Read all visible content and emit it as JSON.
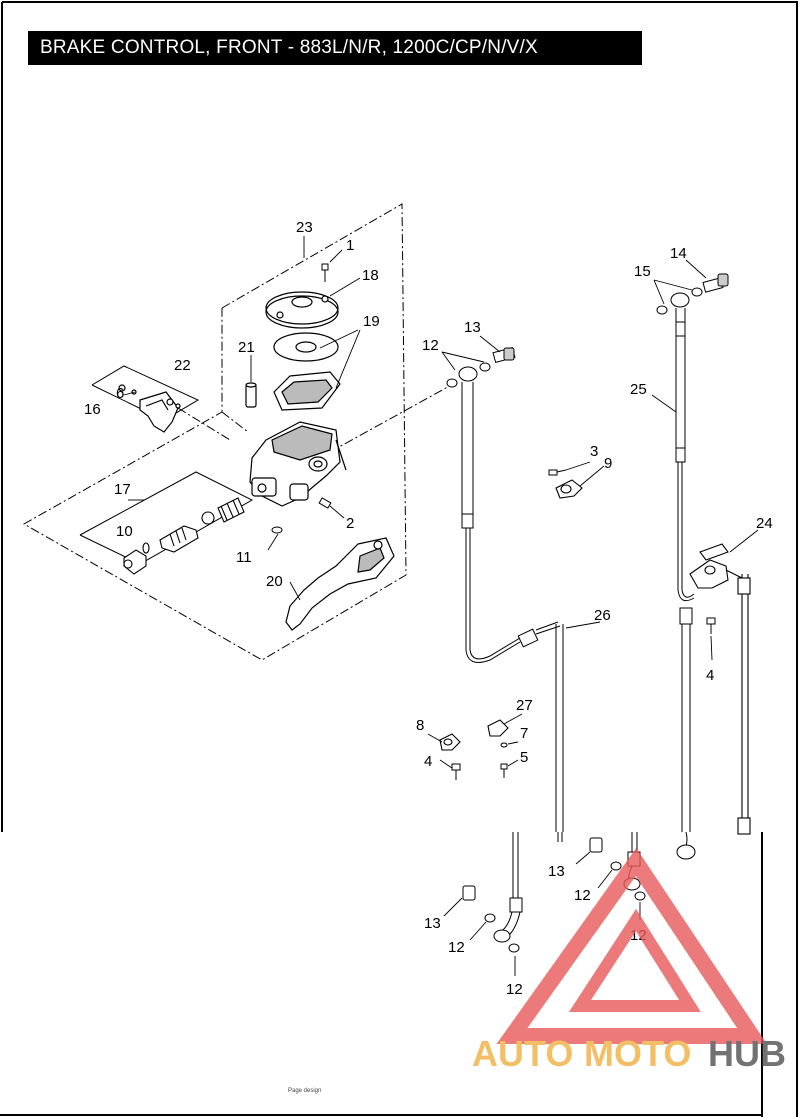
{
  "title": "BRAKE CONTROL, FRONT - 883L/N/R, 1200C/CP/N/V/X",
  "footer": "Page design",
  "watermark": {
    "part1": "AUTO",
    "part2": "MOTO",
    "part3": "HUB",
    "colors": {
      "accent": "#f0b040",
      "triangle": "#e85a5a",
      "dark": "#505050"
    }
  },
  "callouts": {
    "c1": "1",
    "c18": "18",
    "c19": "19",
    "c23": "23",
    "c21": "21",
    "c22": "22",
    "c6": "6",
    "c16": "16",
    "c17": "17",
    "c10": "10",
    "c11": "11",
    "c2": "2",
    "c20": "20",
    "c12a": "12",
    "c13a": "13",
    "c14": "14",
    "c15": "15",
    "c25": "25",
    "c3": "3",
    "c9": "9",
    "c24": "24",
    "c4a": "4",
    "c26": "26",
    "c27": "27",
    "c8": "8",
    "c7": "7",
    "c5": "5",
    "c4b": "4",
    "c13b": "13",
    "c12b": "12",
    "c13c": "13",
    "c12c": "12",
    "c12d": "12",
    "c12e": "12"
  }
}
